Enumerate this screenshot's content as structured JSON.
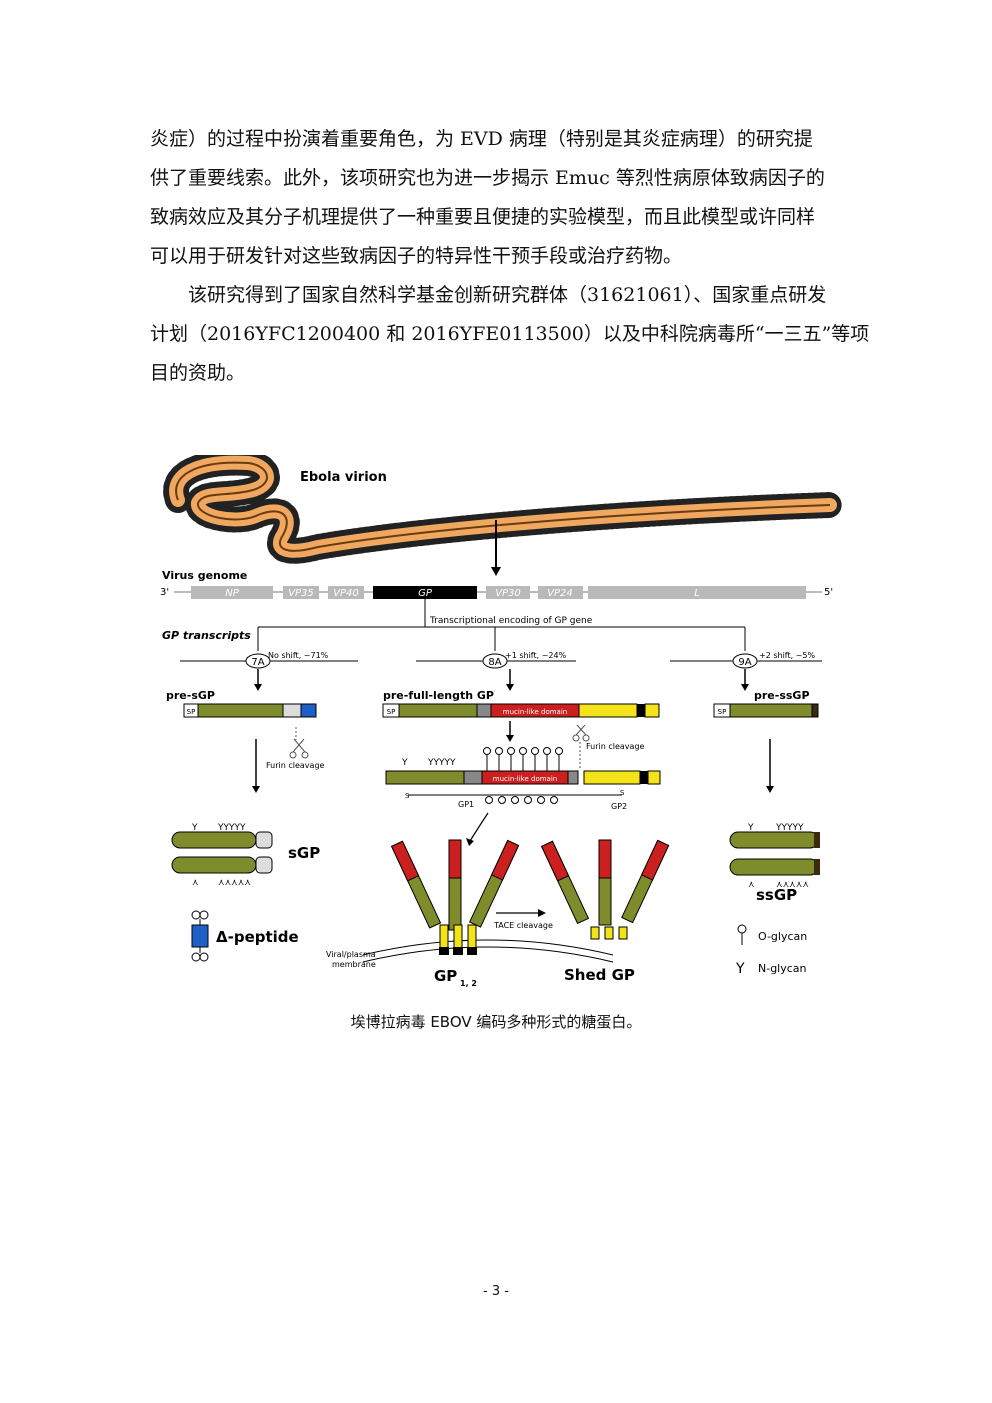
{
  "paragraph1": {
    "lines": [
      "炎症）的过程中扮演着重要角色，为 EVD 病理（特别是其炎症病理）的研究提",
      "供了重要线索。此外，该项研究也为进一步揭示 Emuc 等烈性病原体致病因子的",
      "致病效应及其分子机理提供了一种重要且便捷的实验模型，而且此模型或许同样",
      "可以用于研发针对这些致病因子的特异性干预手段或治疗药物。"
    ]
  },
  "paragraph2": {
    "lines": [
      "　　该研究得到了国家自然科学基金创新研究群体（31621061）、国家重点研发",
      "计划（2016YFC1200400 和 2016YFE0113500）以及中科院病毒所“一三五”等项",
      "目的资助。"
    ]
  },
  "figure": {
    "virion_label": "Ebola virion",
    "genome_label": "Virus genome",
    "three_prime": "3'",
    "five_prime": "5'",
    "genes": [
      "NP",
      "VP35",
      "VP40",
      "GP",
      "VP30",
      "VP24",
      "L"
    ],
    "transcription_note": "Transcriptional encoding of GP gene",
    "transcripts_label": "GP transcripts",
    "branches": [
      {
        "site": "7A",
        "shift": "No shift, ~71%",
        "precursor": "pre-sGP",
        "product": "sGP"
      },
      {
        "site": "8A",
        "shift": "+1 shift, ~24%",
        "precursor": "pre-full-length GP",
        "product": "Shed GP"
      },
      {
        "site": "9A",
        "shift": "+2 shift, ~5%",
        "precursor": "pre-ssGP",
        "product": "ssGP"
      }
    ],
    "sp_label": "SP",
    "mucin_label": "mucin-like domain",
    "furin_label": "Furin cleavage",
    "gp1_label": "GP1",
    "gp2_label": "GP2",
    "s_label": "S",
    "delta_peptide": "Δ-peptide",
    "tace_label": "TACE cleavage",
    "membrane_label_1": "Viral/plasma",
    "membrane_label_2": "membrane",
    "gp12_main": "GP",
    "gp12_sub": "1, 2",
    "o_glycan": "O-glycan",
    "n_glycan": "N-glycan",
    "colors": {
      "olive": "#7f8c2c",
      "mucin": "#cc1f1f",
      "yellow": "#f5e31a",
      "blue": "#1f5fc8",
      "virion": "#f0a860",
      "gene_box": "#b9b9b9"
    }
  },
  "caption": "埃博拉病毒 EBOV 编码多种形式的糖蛋白。",
  "page_number": "- 3 -"
}
